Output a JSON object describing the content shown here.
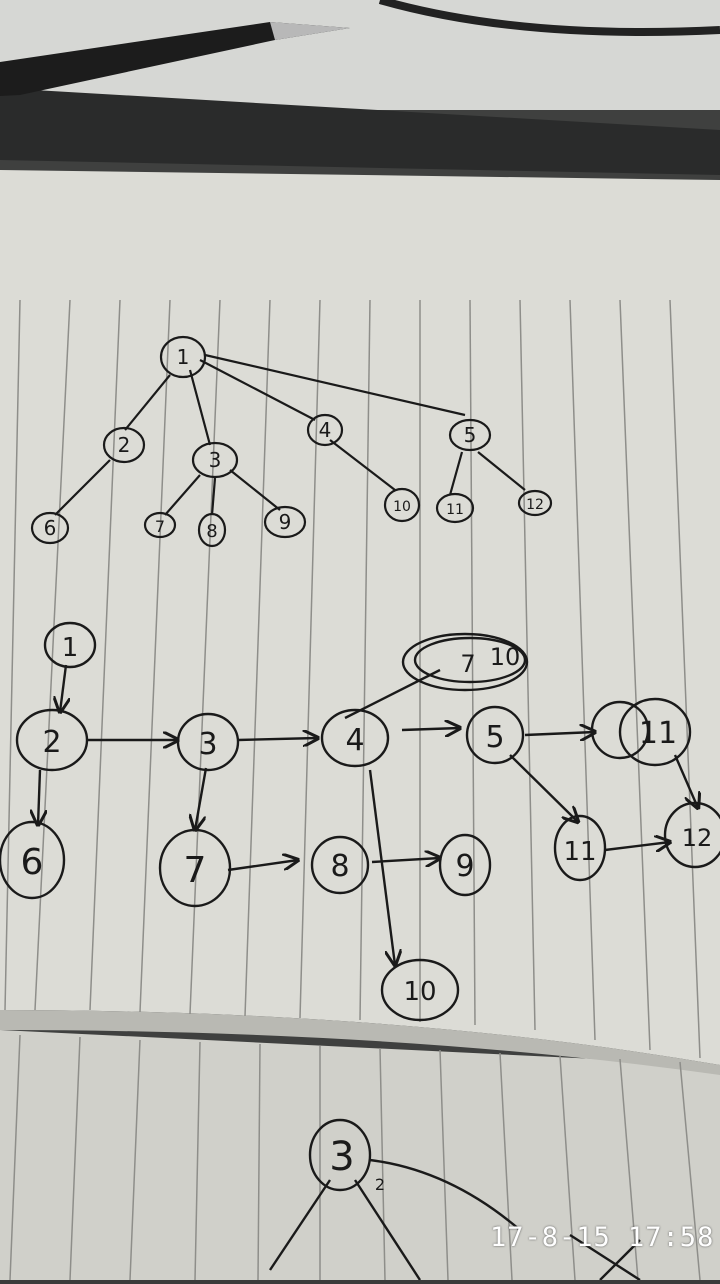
{
  "photo": {
    "timestamp": "17-8-15 17:58"
  },
  "tree_diagram": {
    "nodes": [
      {
        "label": "1"
      },
      {
        "label": "2"
      },
      {
        "label": "3"
      },
      {
        "label": "4"
      },
      {
        "label": "5"
      },
      {
        "label": "6"
      },
      {
        "label": "7"
      },
      {
        "label": "8"
      },
      {
        "label": "9"
      },
      {
        "label": "10"
      },
      {
        "label": "11"
      },
      {
        "label": "12"
      }
    ]
  },
  "flow_diagram": {
    "nodes": [
      {
        "label": "1"
      },
      {
        "label": "2"
      },
      {
        "label": "3"
      },
      {
        "label": "4"
      },
      {
        "label": "5"
      },
      {
        "label": "6"
      },
      {
        "label": "7"
      },
      {
        "label": "8"
      },
      {
        "label": "9"
      },
      {
        "label": "10"
      },
      {
        "label": "11"
      },
      {
        "label": "12"
      },
      {
        "label": "7",
        "struck": true
      },
      {
        "label": "10",
        "struck": true
      },
      {
        "label": "11"
      }
    ]
  },
  "bottom_sketch": {
    "node_label": "3",
    "edge_label": "2"
  },
  "colors": {
    "paper": "#dcdcd6",
    "paper_shadow": "#c6c6c0",
    "ink": "#1a1a1a",
    "rule_lines": "#8a8a86",
    "desk": "#3a3b3a"
  }
}
